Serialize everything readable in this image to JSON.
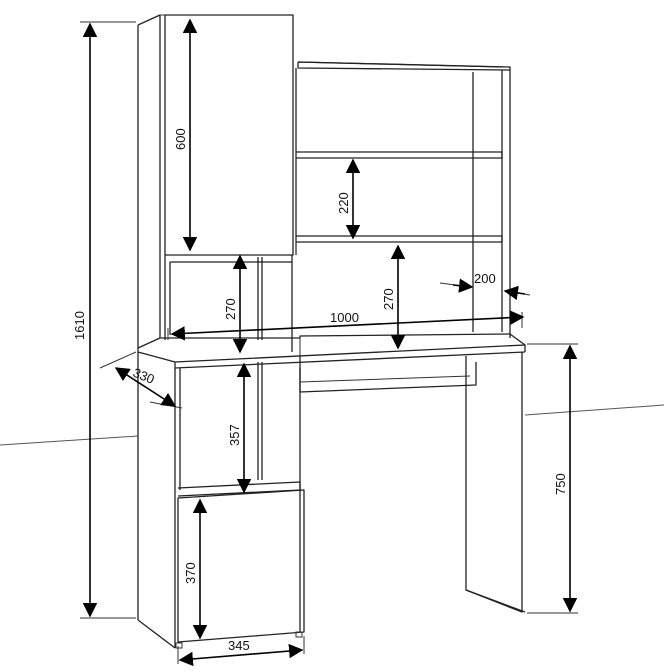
{
  "dimensions": {
    "overall_height": "1610",
    "top_door_height": "600",
    "shelf_spacing": "220",
    "niche_height_left": "270",
    "niche_height_right": "270",
    "shelf_depth": "200",
    "total_width": "1000",
    "depth": "330",
    "niche_height_lower": "357",
    "desk_height": "750",
    "bottom_door_height": "370",
    "bottom_door_width": "345"
  }
}
